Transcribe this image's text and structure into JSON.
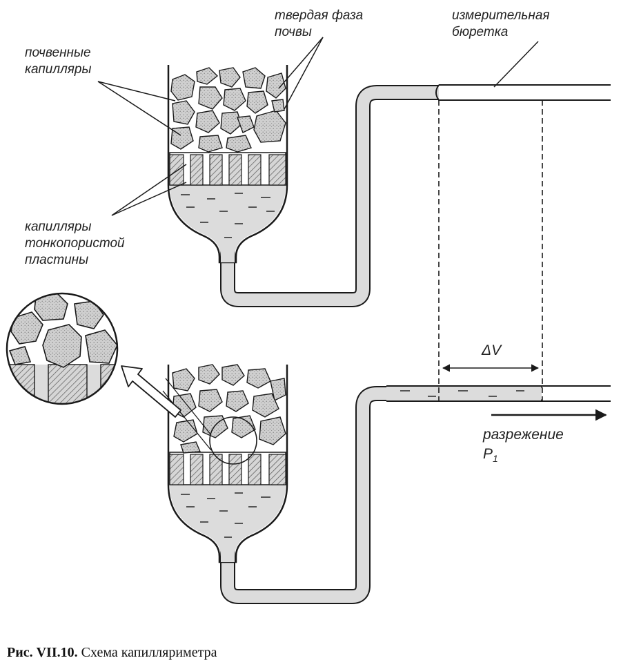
{
  "labels": {
    "soil_capillaries": [
      "почвенные",
      "капилляры"
    ],
    "solid_phase": [
      "твердая фаза",
      "почвы"
    ],
    "burette": [
      "измерительная",
      "бюретка"
    ],
    "plate_capillaries": [
      "капилляры",
      "тонкопористой",
      "пластины"
    ],
    "delta_v": "ΔV",
    "vacuum": "разрежение",
    "pressure": "P",
    "pressure_sub": "1"
  },
  "caption": {
    "number": "Рис. VII.10.",
    "text": "Схема капилляриметра"
  },
  "colors": {
    "line": "#1a1a1a",
    "liquid": "#dcdcdc",
    "stone": "#cfcfcf",
    "plate": "#d6d6d6"
  }
}
